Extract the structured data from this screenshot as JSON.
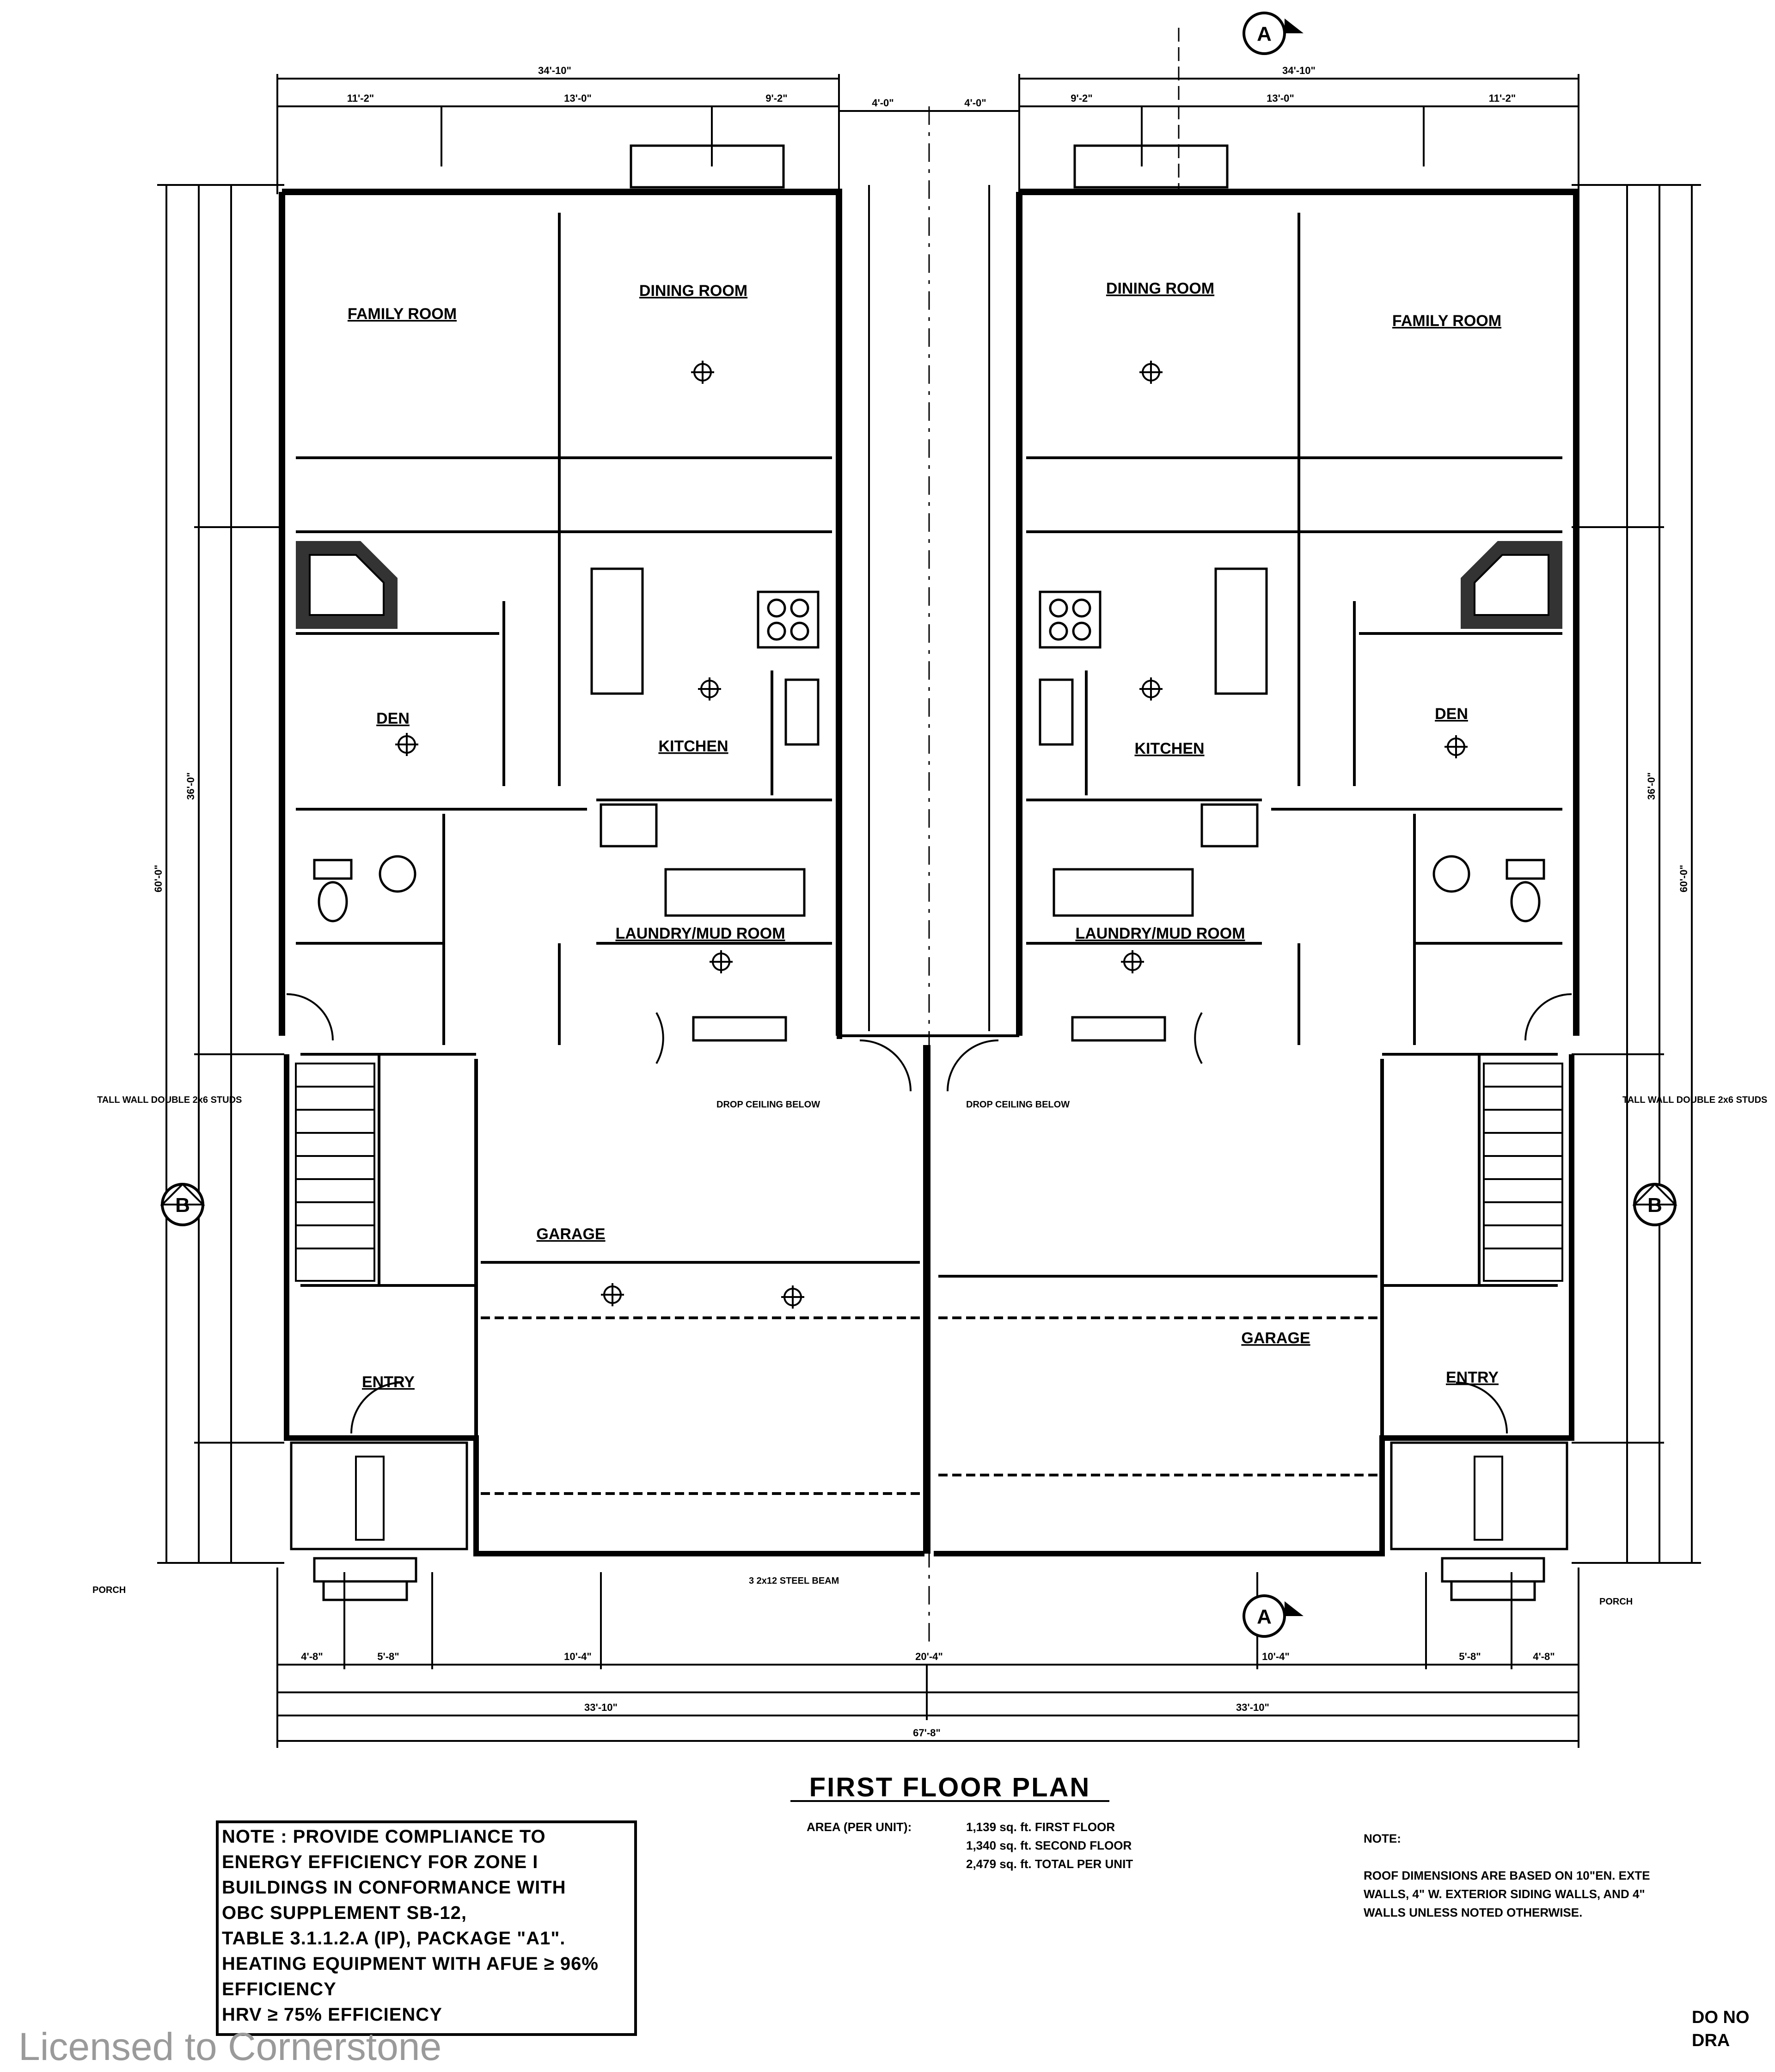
{
  "plan": {
    "title": "FIRST FLOOR PLAN",
    "area": {
      "label": "AREA (PER UNIT):",
      "line1": "1,139 sq. ft. FIRST FLOOR",
      "line2": "1,340 sq. ft. SECOND FLOOR",
      "line3": "2,479 sq. ft. TOTAL PER UNIT"
    }
  },
  "rooms": {
    "family_left": "FAMILY ROOM",
    "dining_left": "DINING ROOM",
    "den_left": "DEN",
    "kitchen_left": "KITCHEN",
    "laundry_left": "LAUNDRY/MUD ROOM",
    "garage_left": "GARAGE",
    "entry_left": "ENTRY",
    "family_right": "FAMILY ROOM",
    "dining_right": "DINING ROOM",
    "den_right": "DEN",
    "kitchen_right": "KITCHEN",
    "laundry_right": "LAUNDRY/MUD ROOM",
    "garage_right": "GARAGE",
    "entry_right": "ENTRY"
  },
  "dimensions": {
    "top_left_overall": "34'-10\"",
    "top_right_overall": "34'-10\"",
    "top_left_a": "11'-2\"",
    "top_left_b": "13'-0\"",
    "top_left_c": "9'-2\"",
    "top_mid_a": "4'-0\"",
    "top_mid_b": "4'-0\"",
    "top_right_a": "9'-2\"",
    "top_right_b": "13'-0\"",
    "top_right_c": "11'-2\"",
    "bottom_a": "4'-8\"",
    "bottom_b": "5'-8\"",
    "bottom_c": "10'-4\"",
    "bottom_d": "20'-4\"",
    "bottom_e": "10'-4\"",
    "bottom_f": "5'-8\"",
    "bottom_g": "4'-8\"",
    "bottom_overall_unit_left": "33'-10\"",
    "bottom_overall_unit_right": "33'-10\"",
    "bottom_overall": "67'-8\"",
    "side_left_total": "60'-0\"",
    "side_right_total": "60'-0\"",
    "side_left_a": "36'-0\"",
    "side_right_a": "36'-0\""
  },
  "section_markers": {
    "a_top": "A",
    "a_bottom": "A",
    "b_left": "B",
    "b_right": "B"
  },
  "energy_note": {
    "lines": [
      "NOTE : PROVIDE COMPLIANCE TO",
      "ENERGY EFFICIENCY FOR ZONE I",
      "BUILDINGS IN CONFORMANCE WITH",
      "OBC SUPPLEMENT SB-12,",
      "TABLE 3.1.1.2.A (IP), PACKAGE \"A1\".",
      "HEATING EQUIPMENT WITH AFUE ≥ 96%",
      "EFFICIENCY",
      "HRV ≥ 75% EFFICIENCY"
    ]
  },
  "right_note": {
    "heading": "NOTE:",
    "lines": [
      "ROOF DIMENSIONS ARE BASED ON 10\"EN. EXTE",
      "WALLS, 4\" W. EXTERIOR SIDING WALLS, AND 4\"",
      "WALLS UNLESS NOTED OTHERWISE."
    ]
  },
  "corner_text": {
    "line1": "DO NO",
    "line2": "DRA"
  },
  "watermark": "Licensed to Cornerstone",
  "misc_notes": {
    "tall_wall_left": "TALL WALL DOUBLE 2x6 STUDS",
    "tall_wall_right": "TALL WALL DOUBLE 2x6 STUDS",
    "porch_left": "PORCH",
    "porch_right": "PORCH",
    "beam_bottom": "3 2x12 STEEL BEAM",
    "garage_ceiling_left": "DROP CEILING BELOW",
    "garage_ceiling_right": "DROP CEILING BELOW"
  }
}
